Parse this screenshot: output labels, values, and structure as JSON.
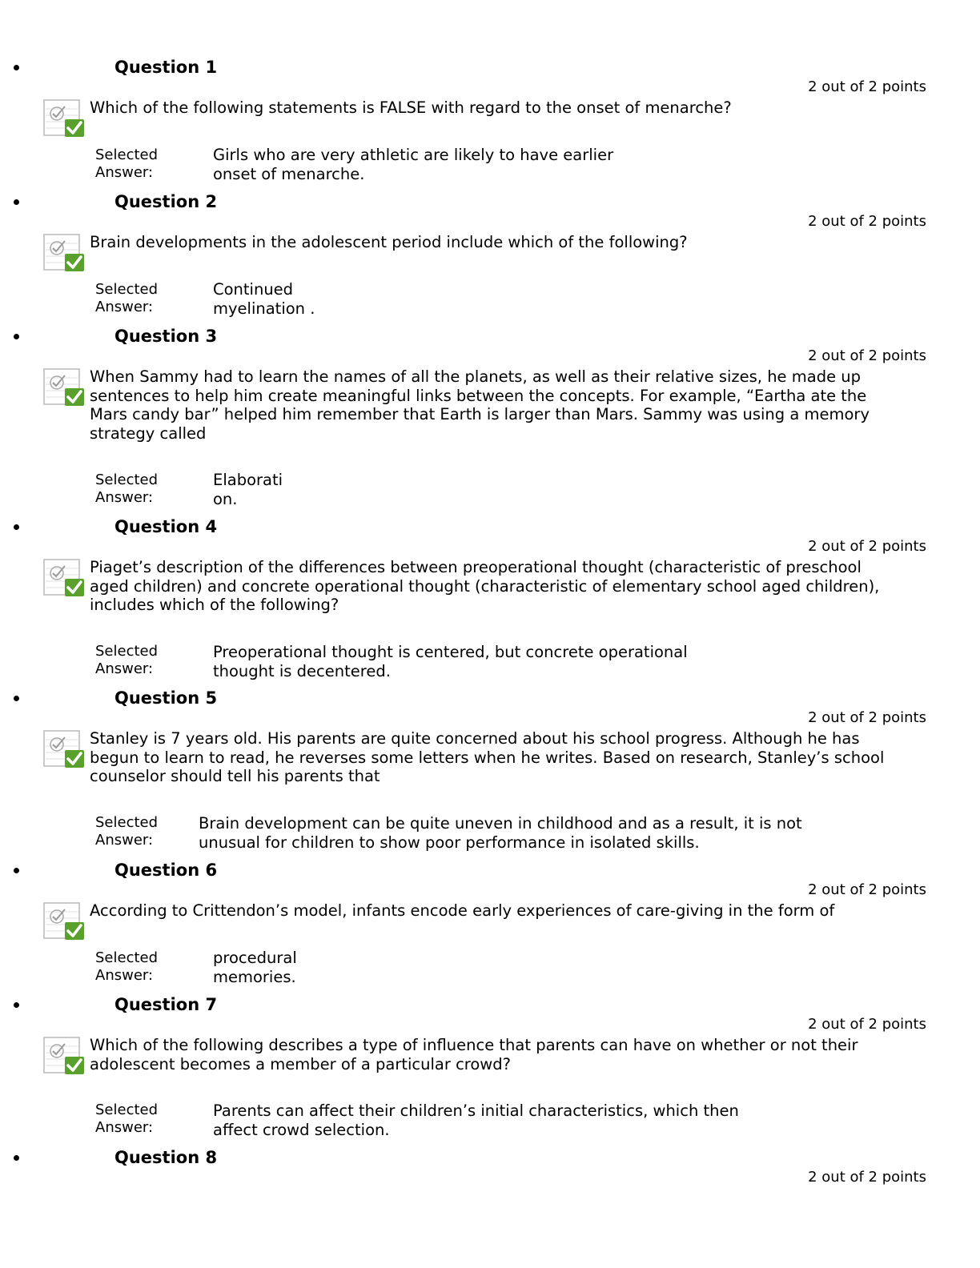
{
  "points_label": "2 out of 2 points",
  "selected_label": {
    "line1": "Selected",
    "line2": "Answer:"
  },
  "icon_name": "correct-check-icon",
  "colors": {
    "check_green": "#5aa02c",
    "paper_gray": "#b8b8b8"
  },
  "questions": [
    {
      "title": "Question 1",
      "points": "2 out of 2 points",
      "text": "Which of the following statements is FALSE with regard to the onset of menarche?",
      "answer": [
        "Girls who are very athletic are likely to have earlier",
        "onset of menarche."
      ]
    },
    {
      "title": "Question 2",
      "points": "2 out of 2 points",
      "text": "Brain developments in the adolescent period include which of the following?",
      "answer": [
        "Continued",
        "myelination ."
      ]
    },
    {
      "title": "Question 3",
      "points": "2 out of 2 points",
      "text": "When Sammy had to learn the names of all the planets, as well as their relative sizes, he made up sentences to help him create meaningful links between the concepts. For example, “Eartha ate the Mars candy bar” helped him remember that Earth is larger than Mars. Sammy was using a memory strategy called",
      "answer": [
        "Elaborati",
        "on."
      ]
    },
    {
      "title": "Question 4",
      "points": "2 out of 2 points",
      "text": "Piaget’s description of the differences between preoperational thought (characteristic of preschool aged children) and concrete operational thought (characteristic of elementary school aged children), includes which of the following?",
      "answer": [
        "Preoperational thought is centered, but concrete operational",
        "thought is decentered."
      ]
    },
    {
      "title": "Question 5",
      "points": "2 out of 2 points",
      "text": "Stanley is 7 years old. His parents are quite concerned about his school progress. Although he has begun to learn to read, he reverses some letters when he writes. Based on research, Stanley’s school counselor should tell his parents that",
      "answer": [
        "Brain development can be quite uneven in childhood and as a result, it is not",
        "unusual for children to show poor performance in isolated skills."
      ]
    },
    {
      "title": "Question 6",
      "points": "2 out of 2 points",
      "text": "According to Crittendon’s model, infants encode early experiences of care-giving in the form of",
      "answer": [
        "procedural",
        "memories."
      ]
    },
    {
      "title": "Question 7",
      "points": "2 out of 2 points",
      "text": "Which of the following describes a type of influence that parents can have on whether or not their adolescent becomes a member of a particular crowd?",
      "answer": [
        "Parents can affect their children’s initial characteristics, which then",
        "affect crowd selection."
      ]
    },
    {
      "title": "Question 8",
      "points": "2 out of 2 points"
    }
  ]
}
